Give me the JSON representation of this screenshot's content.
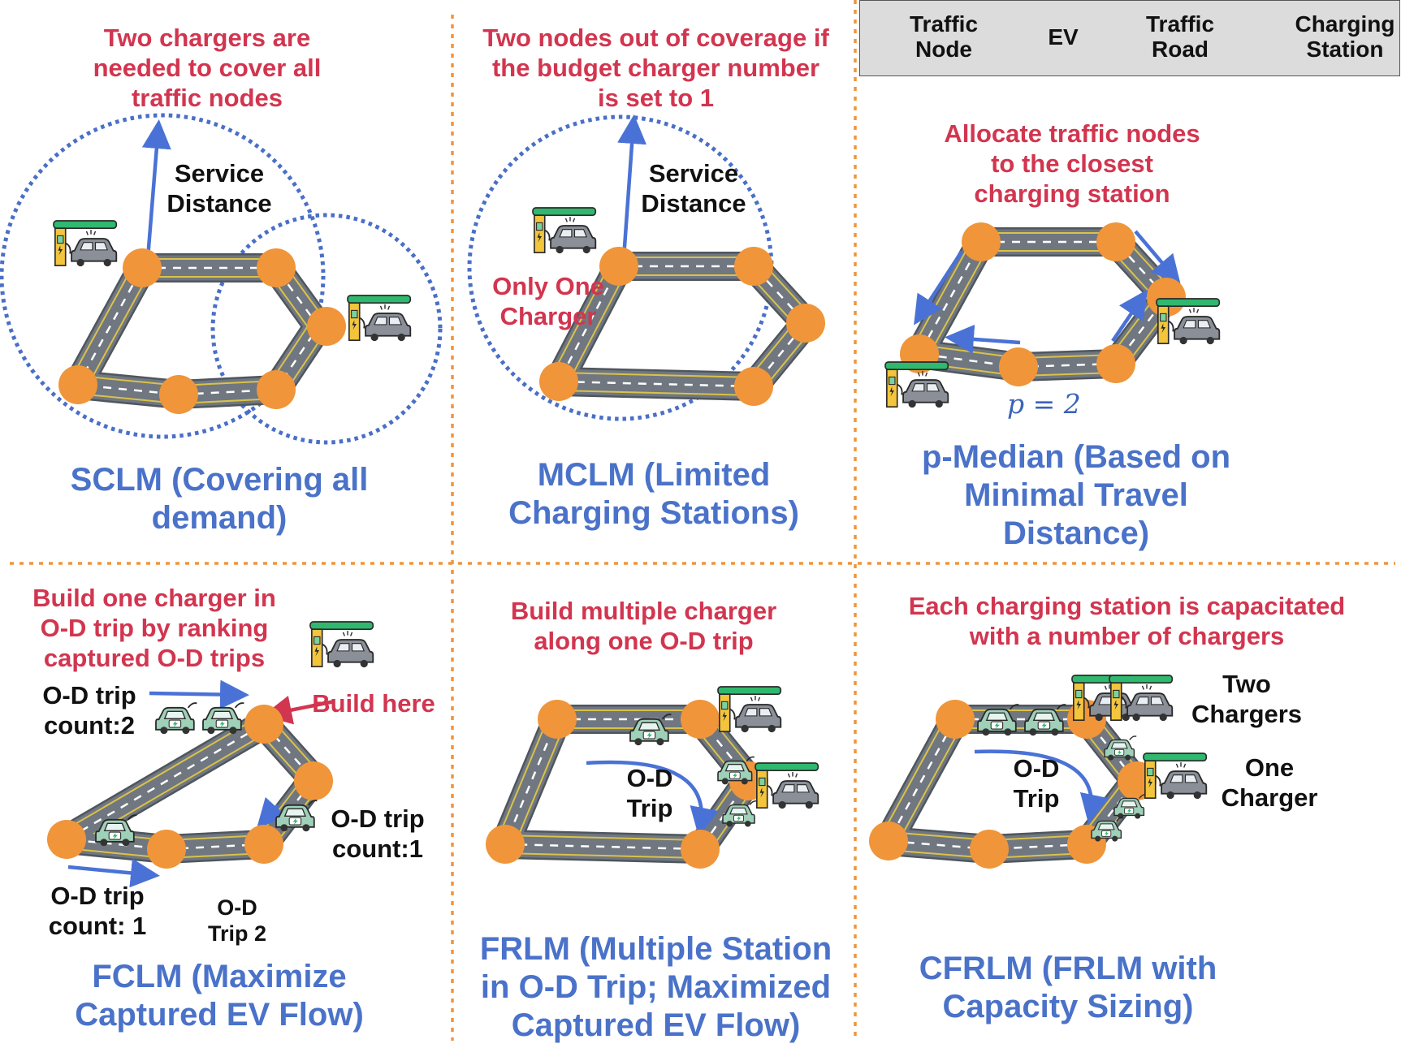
{
  "legend": {
    "traffic_node": "Traffic\nNode",
    "ev": "EV",
    "traffic_road": "Traffic\nRoad",
    "charging_station": "Charging\nStation"
  },
  "panels": {
    "sclm": {
      "note": "Two chargers are\nneeded to cover all\ntraffic nodes",
      "service_distance": "Service\nDistance",
      "title": "SCLM (Covering all\ndemand)"
    },
    "mclm": {
      "note": "Two nodes out of coverage if\nthe budget charger number\nis set to 1",
      "service_distance": "Service\nDistance",
      "only_one": "Only One\nCharger",
      "title": "MCLM (Limited\nCharging Stations)"
    },
    "pmedian": {
      "note": "Allocate traffic nodes\nto the closest\ncharging station",
      "p_label": "p = 2",
      "title": "p-Median (Based on\nMinimal Travel\nDistance)"
    },
    "fclm": {
      "note": "Build one charger in\nO-D trip by ranking\ncaptured O-D trips",
      "build_here": "Build here",
      "od_count_2": "O-D trip\ncount:2",
      "od_count_1a": "O-D trip\ncount:1",
      "od_count_1b": "O-D trip\ncount: 1",
      "od_trip_2": "O-D\nTrip 2",
      "title": "FCLM (Maximize\nCaptured EV Flow)"
    },
    "frlm": {
      "note": "Build multiple charger\nalong one O-D trip",
      "od_trip": "O-D\nTrip",
      "title": "FRLM (Multiple Station\nin O-D Trip; Maximized\nCaptured EV Flow)"
    },
    "cfrlm": {
      "note": "Each charging station is capacitated\nwith a number of chargers",
      "two_chargers": "Two\nChargers",
      "one_charger": "One\nCharger",
      "od_trip": "O-D\nTrip",
      "title": "CFRLM (FRLM with\nCapacity Sizing)"
    }
  },
  "colors": {
    "node": "#f0953a",
    "road": "#707780",
    "road_edge": "#d9c24a",
    "arrow": "#4a72d6",
    "red_arrow": "#d2354f",
    "ev": "#9fd0b8",
    "station_canopy": "#2fb86e",
    "station_body": "#f2c53d"
  }
}
